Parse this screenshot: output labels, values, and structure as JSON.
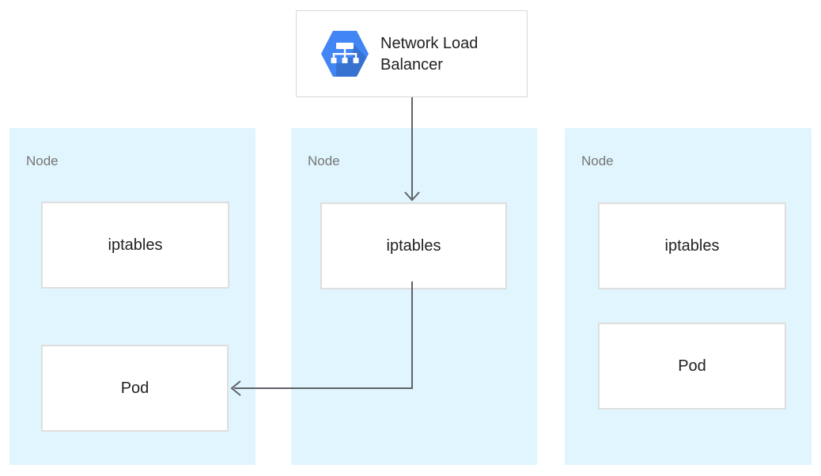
{
  "load_balancer": {
    "label": "Network Load Balancer",
    "icon": "network-load-balancer-hexagon"
  },
  "nodes": [
    {
      "label": "Node",
      "boxes": [
        {
          "label": "iptables"
        },
        {
          "label": "Pod"
        }
      ]
    },
    {
      "label": "Node",
      "boxes": [
        {
          "label": "iptables"
        }
      ]
    },
    {
      "label": "Node",
      "boxes": [
        {
          "label": "iptables"
        },
        {
          "label": "Pod"
        }
      ]
    }
  ],
  "connections": [
    {
      "from": "load-balancer",
      "to": "node-2-iptables"
    },
    {
      "from": "node-2-iptables",
      "to": "node-1-pod"
    }
  ],
  "colors": {
    "node_fill": "#e1f5fe",
    "box_border": "#dedede",
    "arrow": "#5f6368",
    "icon_blue": "#4285f4",
    "label_gray": "#757575",
    "text_dark": "#212121"
  }
}
